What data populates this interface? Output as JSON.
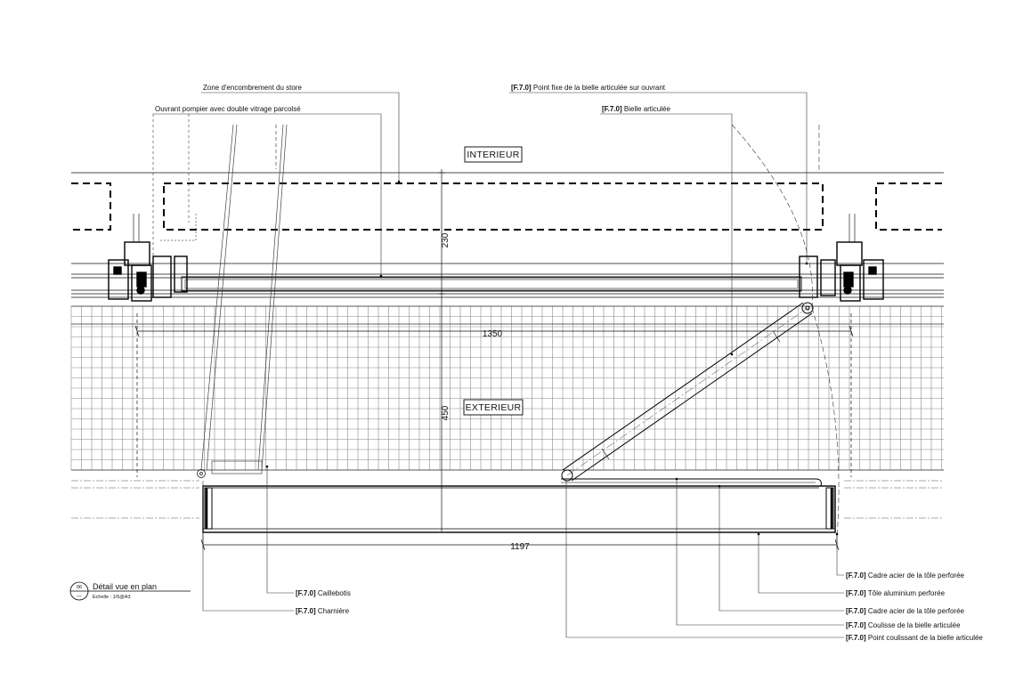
{
  "labels": {
    "zone_store": "Zone d'encombrement du store",
    "ouvrant": "Ouvrant pompier avec double vitrage parcolsé",
    "point_fixe": {
      "ref": "[F.7.0]",
      "text": "Point fixe de la bielle articulée sur ouvrant"
    },
    "bielle": {
      "ref": "[F.7.0]",
      "text": "Bielle articulée"
    },
    "caillebotis": {
      "ref": "[F.7.0]",
      "text": "Caillebotis"
    },
    "charniere": {
      "ref": "[F.7.0]",
      "text": "Charnière"
    },
    "cadre_acier_1": {
      "ref": "[F.7.0]",
      "text": "Cadre acier de la tôle perforée"
    },
    "tole_alu": {
      "ref": "[F.7.0]",
      "text": "Tôle aluminium perforée"
    },
    "cadre_acier_2": {
      "ref": "[F.7.0]",
      "text": "Cadre acier de la tôle perforée"
    },
    "coulisse": {
      "ref": "[F.7.0]",
      "text": "Coulisse de la bielle articulée"
    },
    "point_coulissant": {
      "ref": "[F.7.0]",
      "text": "Point coulissant de la bielle articulée"
    }
  },
  "zones": {
    "interieur": "INTERIEUR",
    "exterieur": "EXTERIEUR"
  },
  "dimensions": {
    "d230": "230",
    "d450": "450",
    "d1350": "1350",
    "d1197": "1197"
  },
  "title_block": {
    "number": "06",
    "title": "Détail vue en plan",
    "scale": "Echelle : 1/5@A3"
  },
  "colors": {
    "line": "#111111",
    "grid": "#8a8a8a",
    "dashed": "#000000"
  }
}
